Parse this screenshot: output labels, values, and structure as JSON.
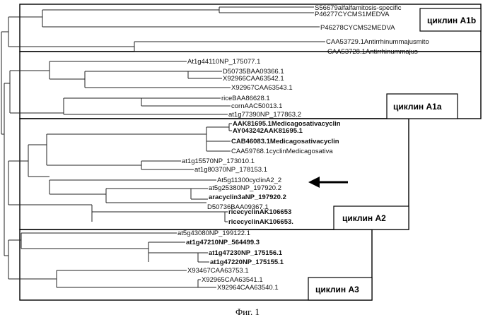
{
  "figure_caption": "Фиг. 1",
  "clusters": {
    "a1b": "циклин A1b",
    "a1a": "циклин A1a",
    "a2": "циклин A2",
    "a3": "циклин A3"
  },
  "leaves": [
    "S56679alfalfamitosis-specific",
    "P46277CYCMS1MEDVA",
    "P46278CYCMS2MEDVA",
    "CAA53729.1Antirrhinummajusmito",
    "CAA53728.1Antirrhinummajus",
    "At1g44110NP_175077.1",
    "D50735BAA09366.1",
    "X92966CAA63542.1",
    "X92967CAA63543.1",
    "riceBAA86628.1",
    "cornAAC50013.1",
    "at1g77390NP_177863.2",
    "AAK81695.1Medicagosativacyclin",
    "AY043242AAK81695.1",
    "CAB46083.1Medicagosativacyclin",
    "CAA59768.1cyclinMedicagosativa",
    "at1g15570NP_173010.1",
    "at1g80370NP_178153.1",
    "At5g11300cyclinA2_2",
    "at5g25380NP_197920.2",
    "aracyclin3aNP_197920.2",
    "D50736BAA09367.1",
    "ricecyclinAK106653",
    "ricecyclinAK106653.",
    "at5g43080NP_199122.1",
    "at1g47210NP_564499.3",
    "at1g47230NP_175156.1",
    "at1g47220NP_175155.1",
    "X93467CAA63753.1",
    "X92965CAA63541.1",
    "X92964CAA63540.1"
  ],
  "highlighted_leaf": "At5g11300cyclinA2_2",
  "arrow_target": "At5g11300cyclinA2_2"
}
